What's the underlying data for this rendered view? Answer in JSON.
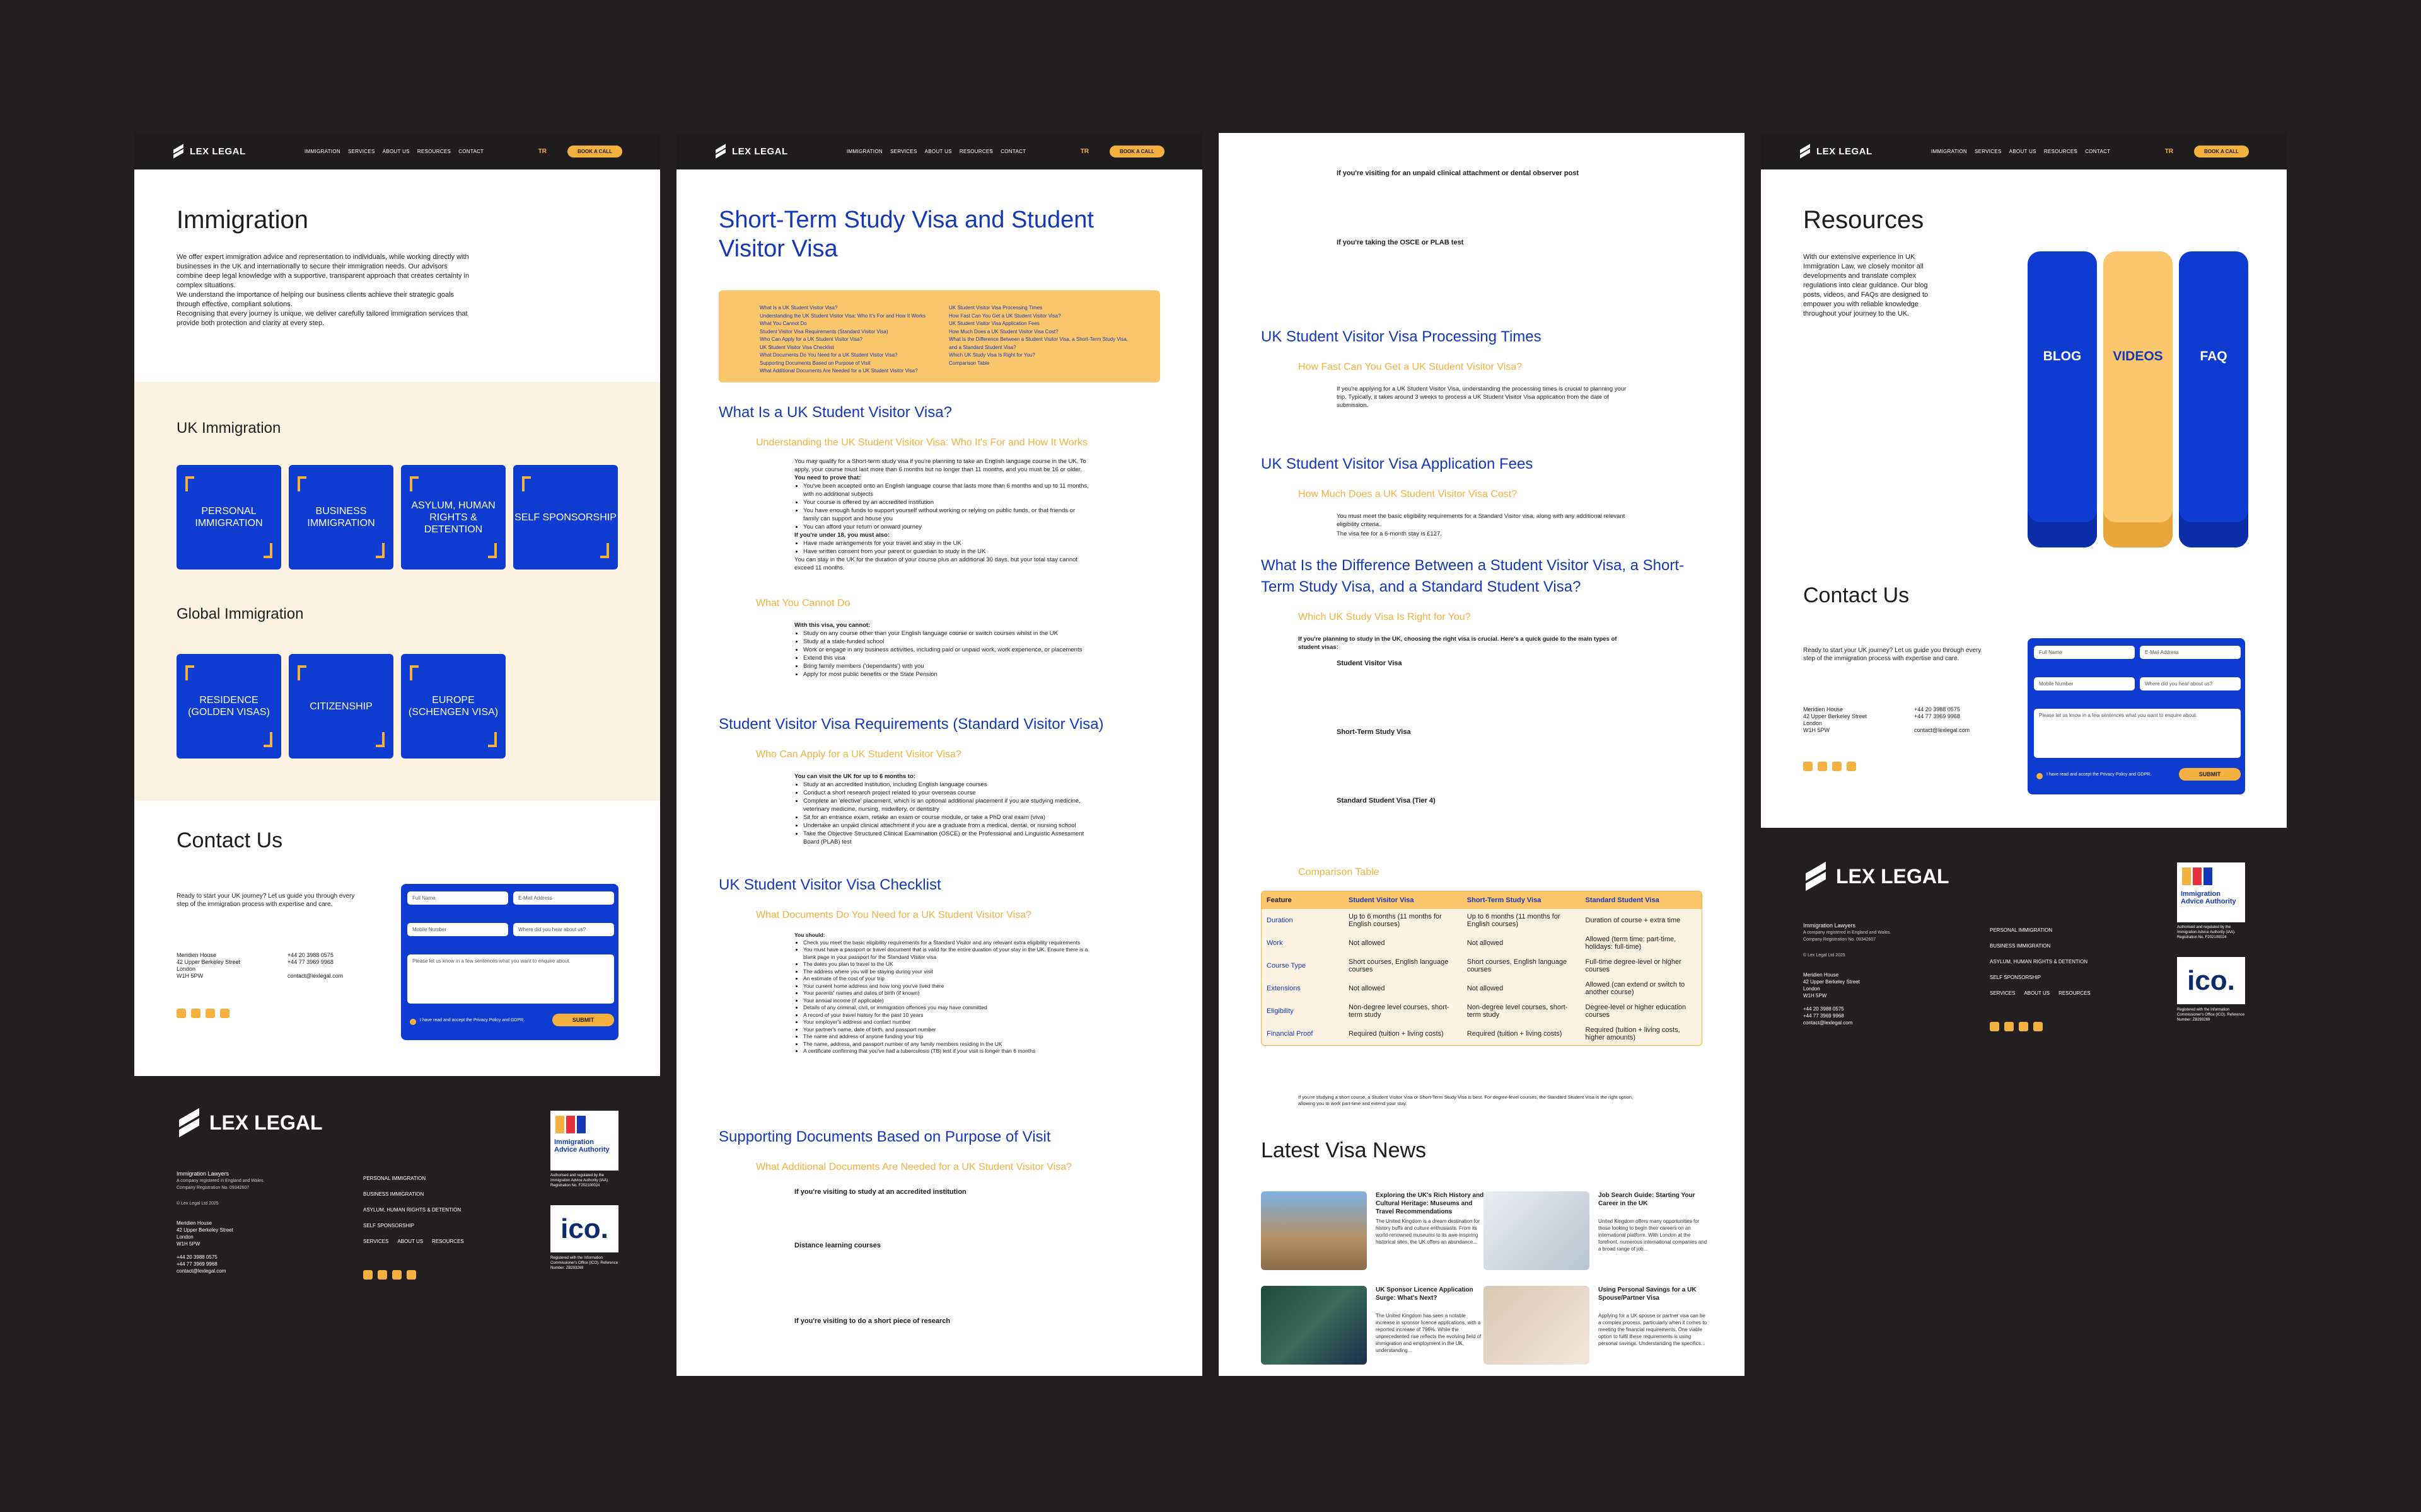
{
  "nav": {
    "logo": "LEX LEGAL",
    "items": [
      "IMMIGRATION",
      "SERVICES",
      "ABOUT US",
      "RESOURCES",
      "CONTACT"
    ],
    "lang": "TR",
    "cta": "BOOK A CALL"
  },
  "immigration": {
    "title": "Immigration",
    "intro": "We offer expert immigration advice and representation to individuals, while working directly with businesses in the UK and internationally to secure their immigration needs. Our advisors combine deep legal knowledge with a supportive, transparent approach that creates certainty in complex situations.",
    "intro2": "We understand the importance of helping our business clients achieve their strategic goals through effective, compliant solutions.",
    "intro3": "Recognising that every journey is unique, we deliver carefully tailored immigration services that provide both protection and clarity at every step.",
    "uk_title": "UK Immigration",
    "uk_tiles": [
      "PERSONAL IMMIGRATION",
      "BUSINESS IMMIGRATION",
      "ASYLUM, HUMAN RIGHTS & DETENTION",
      "SELF SPONSORSHIP"
    ],
    "global_title": "Global Immigration",
    "global_tiles": [
      "RESIDENCE (GOLDEN VISAS)",
      "CITIZENSHIP",
      "EUROPE (SCHENGEN VISA)"
    ]
  },
  "contact": {
    "title": "Contact Us",
    "text": "Ready to start your UK journey? Let us guide you through every step of the immigration process with expertise and care.",
    "address": [
      "Meridien House",
      "42 Upper Berkeley Street",
      "London",
      "W1H 5PW"
    ],
    "phones": [
      "+44 20 3988 0575",
      "+44 77 3969 9968"
    ],
    "email": "contact@lexlegal.com",
    "fields": [
      "Full Name",
      "E-Mail Address",
      "Mobile Number",
      "Where did you hear about us?",
      "Please let us know in a few sentences what you want to enquire about."
    ],
    "consent": "I have read and accept the Privacy Policy and GDPR.",
    "submit": "SUBMIT"
  },
  "footer": {
    "logo": "LEX LEGAL",
    "tagline": "Immigration Lawyers",
    "company": "A company registered in England and Wales. Company Registration No. 09342607",
    "copyright": "© Lex Legal Ltd 2025",
    "address": [
      "Meridien House",
      "42 Upper Berkeley Street",
      "London",
      "W1H 5PW"
    ],
    "phones": [
      "+44 20 3988 0575",
      "+44 77 3969 9968"
    ],
    "email": "contact@lexlegal.com",
    "links": [
      "PERSONAL IMMIGRATION",
      "BUSINESS IMMIGRATION",
      "ASYLUM, HUMAN RIGHTS & DETENTION",
      "SELF SPONSORSHIP"
    ],
    "links2": [
      "SERVICES",
      "ABOUT US",
      "RESOURCES"
    ],
    "iaa": "Immigration Advice Authority",
    "iaa_note": "Authorised and regulated by the Immigration Advice Authority (IAA). Registration No. F202100024",
    "ico": "ico.",
    "ico_note": "Registered with the Information Commissioner's Office (ICO). Reference Number: ZB293269"
  },
  "visa": {
    "title": "Short-Term Study Visa and Student Visitor Visa",
    "toc_left": [
      "What Is a UK Student Visitor Visa?",
      "Understanding the UK Student Visitor Visa: Who It's For and How It Works",
      "What You Cannot Do",
      "Student Visitor Visa Requirements (Standard Visitor Visa)",
      "Who Can Apply for a UK Student Visitor Visa?",
      "UK Student Visitor Visa Checklist",
      "What Documents Do You Need for a UK Student Visitor Visa?",
      "Supporting Documents Based on Purpose of Visit",
      "What Additional Documents Are Needed for a UK Student Visitor Visa?"
    ],
    "toc_right": [
      "UK Student Visitor Visa Processing Times",
      "How Fast Can You Get a UK Student Visitor Visa?",
      "UK Student Visitor Visa Application Fees",
      "How Much Does a UK Student Visitor Visa Cost?",
      "What Is the Difference Between a Student Visitor Visa, a Short-Term Study Visa, and a Standard Student Visa?",
      "Which UK Study Visa Is Right for You?",
      "Comparison Table"
    ],
    "s1": "What Is a UK Student Visitor Visa?",
    "s1a": "Understanding the UK Student Visitor Visa: Who It's For and How It Works",
    "s1p": "You may qualify for a Short-term study visa if you're planning to take an English language course in the UK. To apply, your course must last more than 6 months but no longer than 11 months, and you must be 16 or older.",
    "s1need": "You need to prove that:",
    "s1list": [
      "You've been accepted onto an English language course that lasts more than 6 months and up to 11 months, with no additional subjects",
      "Your course is offered by an accredited institution",
      "You have enough funds to support yourself without working or relying on public funds, or that friends or family can support and house you",
      "You can afford your return or onward journey"
    ],
    "s1under": "If you're under 18, you must also:",
    "s1list2": [
      "Have made arrangements for your travel and stay in the UK",
      "Have written consent from your parent or guardian to study in the UK"
    ],
    "s1stay": "You can stay in the UK for the duration of your course plus an additional 30 days, but your total stay cannot exceed 11 months.",
    "s1b": "What You Cannot Do",
    "s1bp": "With this visa, you cannot:",
    "s1blist": [
      "Study on any course other than your English language course or switch courses whilst in the UK",
      "Study at a state-funded school",
      "Work or engage in any business activities, including paid or unpaid work, work experience, or placements",
      "Extend this visa",
      "Bring family members ('dependants') with you",
      "Apply for most public benefits or the State Pension"
    ],
    "s2": "Student Visitor Visa Requirements (Standard Visitor Visa)",
    "s2a": "Who Can Apply for a UK Student Visitor Visa?",
    "s2p": "You can visit the UK for up to 6 months to:",
    "s2list": [
      "Study at an accredited institution, including English language courses",
      "Conduct a short research project related to your overseas course",
      "Complete an 'elective' placement, which is an optional additional placement if you are studying medicine, veterinary medicine, nursing, midwifery, or dentistry",
      "Sit for an entrance exam, retake an exam or course module, or take a PhD oral exam (viva)",
      "Undertake an unpaid clinical attachment if you are a graduate from a medical, dental, or nursing school",
      "Take the Objective Structured Clinical Examination (OSCE) or the Professional and Linguistic Assessment Board (PLAB) test"
    ],
    "s3": "UK Student Visitor Visa Checklist",
    "s3a": "What Documents Do You Need for a UK Student Visitor Visa?",
    "s3p": "You should:",
    "s3list": [
      "Check you meet the basic eligibility requirements for a Standard Visitor and any relevant extra eligibility requirements",
      "You must have a passport or travel document that is valid for the entire duration of your stay in the UK. Ensure there is a blank page in your passport for the Standard Visitor visa",
      "The dates you plan to travel to the UK",
      "The address where you will be staying during your visit",
      "An estimate of the cost of your trip",
      "Your current home address and how long you've lived there",
      "Your parents' names and dates of birth (if known)",
      "Your annual income (if applicable)",
      "Details of any criminal, civil, or immigration offences you may have committed",
      "A record of your travel history for the past 10 years",
      "Your employer's address and contact number",
      "Your partner's name, date of birth, and passport number",
      "The name and address of anyone funding your trip",
      "The name, address, and passport number of any family members residing in the UK",
      "A certificate confirming that you've had a tuberculosis (TB) test if your visit is longer than 6 months"
    ],
    "s4": "Supporting Documents Based on Purpose of Visit",
    "s4a": "What Additional Documents Are Needed for a UK Student Visitor Visa?",
    "s4b": "If you're visiting to study at an accredited institution",
    "s4c": "Distance learning courses",
    "s4d": "If you're visiting to do a short piece of research"
  },
  "visa2": {
    "h_unpaid": "If you're visiting for an unpaid clinical attachment or dental observer post",
    "h_osce": "If you're taking the OSCE or PLAB test",
    "s5": "UK Student Visitor Visa Processing Times",
    "s5a": "How Fast Can You Get a UK Student Visitor Visa?",
    "s5p": "If you're applying for a UK Student Visitor Visa, understanding the processing times is crucial to planning your trip. Typically, it takes around 3 weeks to process a UK Student Visitor Visa application from the date of submission.",
    "s6": "UK Student Visitor Visa Application Fees",
    "s6a": "How Much Does a UK Student Visitor Visa Cost?",
    "s6p": "You must meet the basic eligibility requirements for a Standard Visitor visa, along with any additional relevant eligibility criteria.",
    "s6fee": "The visa fee for a 6-month stay is £127.",
    "s7": "What Is the Difference Between a Student Visitor Visa, a Short-Term Study Visa, and a Standard Student Visa?",
    "s7a": "Which UK Study Visa Is Right for You?",
    "s7p": "If you're planning to study in the UK, choosing the right visa is crucial. Here's a quick guide to the main types of student visas:",
    "v1": "Student Visitor Visa",
    "v2": "Short-Term Study Visa",
    "v3": "Standard Student Visa (Tier 4)",
    "comp": "Comparison Table",
    "table_head": [
      "Feature",
      "Student Visitor Visa",
      "Short-Term Study Visa",
      "Standard Student Visa"
    ],
    "table_rows": [
      [
        "Duration",
        "Up to 6 months (11 months for English courses)",
        "Up to 6 months (11 months for English courses)",
        "Duration of course + extra time"
      ],
      [
        "Work",
        "Not allowed",
        "Not allowed",
        "Allowed (term time: part-time, holidays: full-time)"
      ],
      [
        "Course Type",
        "Short courses, English language courses",
        "Short courses, English language courses",
        "Full-time degree-level or higher courses"
      ],
      [
        "Extensions",
        "Not allowed",
        "Not allowed",
        "Allowed (can extend or switch to another course)"
      ],
      [
        "Eligibility",
        "Non-degree level courses, short-term study",
        "Non-degree level courses, short-term study",
        "Degree-level or higher education courses"
      ],
      [
        "Financial Proof",
        "Required (tuition + living costs)",
        "Required (tuition + living costs)",
        "Required (tuition + living costs, higher amounts)"
      ]
    ],
    "table_note": "If you're studying a short course, a Student Visitor Visa or Short-Term Study Visa is best. For degree-level courses, the Standard Student Visa is the right option, allowing you to work part-time and extend your stay.",
    "news_title": "Latest Visa News",
    "news": [
      {
        "t": "Exploring the UK's Rich History and Cultural Heritage: Museums and Travel Recommendations",
        "d": "The United Kingdom is a dream destination for history buffs and culture enthusiasts. From its world-renowned museums to its awe-inspiring historical sites, the UK offers an abundance..."
      },
      {
        "t": "Job Search Guide: Starting Your Career in the UK",
        "d": "United Kingdom offers many opportunities for those looking to begin their careers on an international platform. With London at the forefront, numerous international companies and a broad range of job..."
      },
      {
        "t": "UK Sponsor Licence Application Surge: What's Next?",
        "d": "The United Kingdom has seen a notable increase in sponsor licence applications, with a reported increase of 796%. While the unprecedented rise reflects the evolving field of immigration and employment in the UK, understanding..."
      },
      {
        "t": "Using Personal Savings for a UK Spouse/Partner Visa",
        "d": "Applying for a UK spouse or partner visa can be a complex process, particularly when it comes to meeting the financial requirements. One viable option to fulfil these requirements is using personal savings. Understanding the specifics..."
      }
    ]
  },
  "resources": {
    "title": "Resources",
    "text": "With our extensive experience in UK Immigration Law, we closely monitor all developments and translate complex regulations into clear guidance. Our blog posts, videos, and FAQs are designed to empower you with reliable knowledge throughout your journey to the UK.",
    "books": [
      "BLOG",
      "VIDEOS",
      "FAQ"
    ]
  }
}
